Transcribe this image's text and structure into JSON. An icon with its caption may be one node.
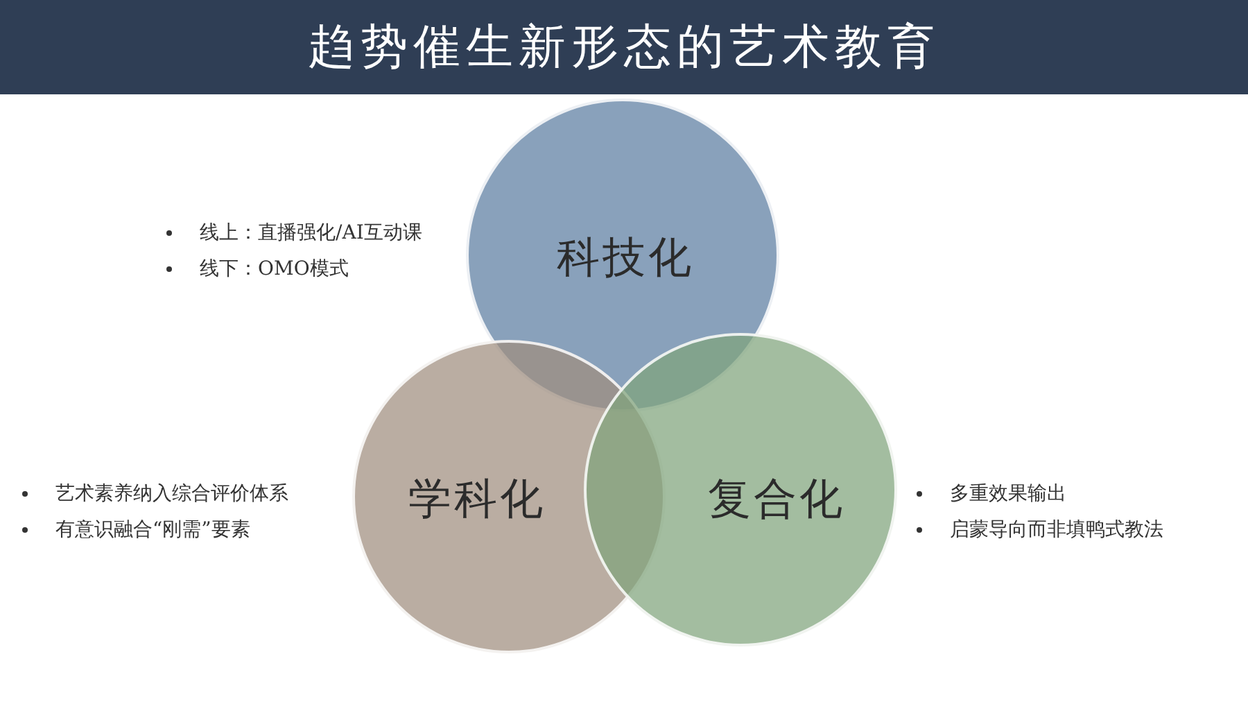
{
  "diagram": {
    "title": "趋势催生新形态的艺术教育",
    "nodes": [
      {
        "text": [
          "科技化"
        ],
        "beside": [
          "线上：直播强化/AI互动课",
          "线下：OMO模式"
        ]
      },
      {
        "text": [
          "学科化"
        ],
        "beside": [
          "艺术素养纳入综合评价体系",
          "有意识融合“刚需”要素"
        ]
      },
      {
        "text": [
          "复合化"
        ],
        "beside": [
          "多重效果输出",
          "启蒙导向而非填鸭式教法"
        ]
      }
    ],
    "edges": []
  }
}
